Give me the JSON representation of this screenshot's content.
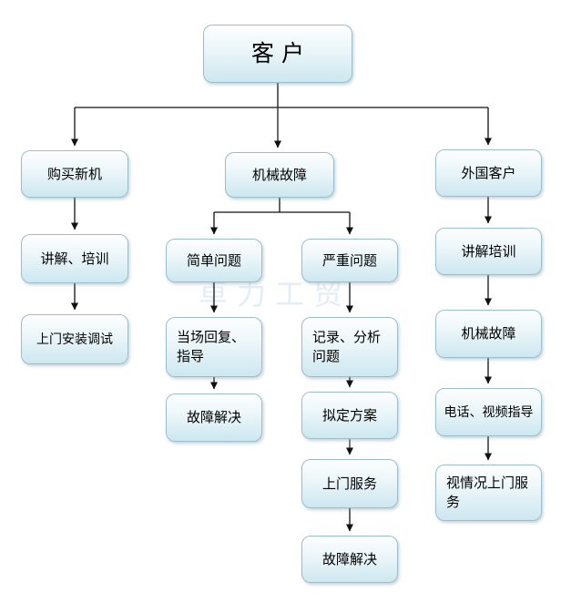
{
  "diagram": {
    "type": "flowchart",
    "orientation": "top-down",
    "colors": {
      "node_fill_top": "#fdfeff",
      "node_fill_bottom": "#cde7f0",
      "node_border": "#9bbecb",
      "connector": "#1a1a1a",
      "trunk": "#555555",
      "text": "#000000",
      "watermark": "#e2ecf2",
      "background": "#ffffff"
    },
    "watermark": {
      "text": "卓力工贸"
    },
    "nodes": {
      "customer": {
        "label": "客户"
      },
      "buy_new_machine": {
        "label": "购买新机"
      },
      "explain_training_left": {
        "label": "讲解、培训"
      },
      "onsite_install_debug": {
        "label": "上门安装调试"
      },
      "mechanical_failure_main": {
        "label": "机械故障"
      },
      "simple_problem": {
        "label": "简单问题"
      },
      "onsite_reply_guidance": {
        "label": "当场回复、指导"
      },
      "problem_solved_left": {
        "label": "故障解决"
      },
      "serious_problem": {
        "label": "严重问题"
      },
      "record_analyze_problem": {
        "label": "记录、分析问题"
      },
      "draft_plan": {
        "label": "拟定方案"
      },
      "onsite_service": {
        "label": "上门服务"
      },
      "problem_solved_right": {
        "label": "故障解决"
      },
      "foreign_customer": {
        "label": "外国客户"
      },
      "explain_training_right": {
        "label": "讲解培训"
      },
      "mechanical_failure_right": {
        "label": "机械故障"
      },
      "phone_video_guidance": {
        "label": "电话、视频指导"
      },
      "onsite_service_as_needed": {
        "label": "视情况上门服务"
      }
    },
    "edges": [
      {
        "from": "customer",
        "to": "buy_new_machine"
      },
      {
        "from": "customer",
        "to": "mechanical_failure_main"
      },
      {
        "from": "customer",
        "to": "foreign_customer"
      },
      {
        "from": "buy_new_machine",
        "to": "explain_training_left"
      },
      {
        "from": "explain_training_left",
        "to": "onsite_install_debug"
      },
      {
        "from": "mechanical_failure_main",
        "to": "simple_problem"
      },
      {
        "from": "mechanical_failure_main",
        "to": "serious_problem"
      },
      {
        "from": "simple_problem",
        "to": "onsite_reply_guidance"
      },
      {
        "from": "onsite_reply_guidance",
        "to": "problem_solved_left"
      },
      {
        "from": "serious_problem",
        "to": "record_analyze_problem"
      },
      {
        "from": "record_analyze_problem",
        "to": "draft_plan"
      },
      {
        "from": "draft_plan",
        "to": "onsite_service"
      },
      {
        "from": "onsite_service",
        "to": "problem_solved_right"
      },
      {
        "from": "foreign_customer",
        "to": "explain_training_right"
      },
      {
        "from": "explain_training_right",
        "to": "mechanical_failure_right"
      },
      {
        "from": "mechanical_failure_right",
        "to": "phone_video_guidance"
      },
      {
        "from": "phone_video_guidance",
        "to": "onsite_service_as_needed"
      }
    ]
  }
}
